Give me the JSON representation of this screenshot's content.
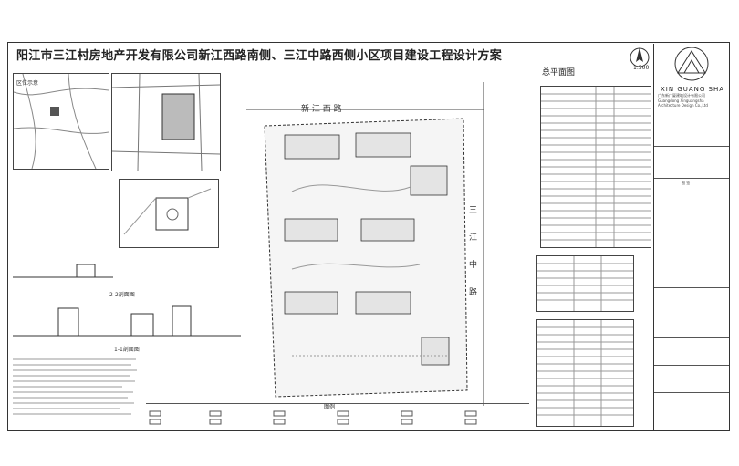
{
  "document": {
    "title": "阳江市三江村房地产开发有限公司新江西路南侧、三江中路西侧小区项目建设工程设计方案",
    "drawing_name": "总平面图",
    "scale": "1:500",
    "road_north": "新  江  西  路",
    "road_east": "三  江  中  路",
    "section_1": "1-1剖面图",
    "section_2": "2-2剖面图",
    "legend_title": "图例",
    "location_label": "区位示意",
    "firm_en": "XIN GUANG SHA",
    "firm_cn": "广东新广厦建筑设计有限公司",
    "firm_en_sub": "Guangdong Xinguangsha Architecture Design Co.,Ltd",
    "index_label": "图  签"
  },
  "colors": {
    "line": "#333333",
    "background": "#ffffff"
  }
}
